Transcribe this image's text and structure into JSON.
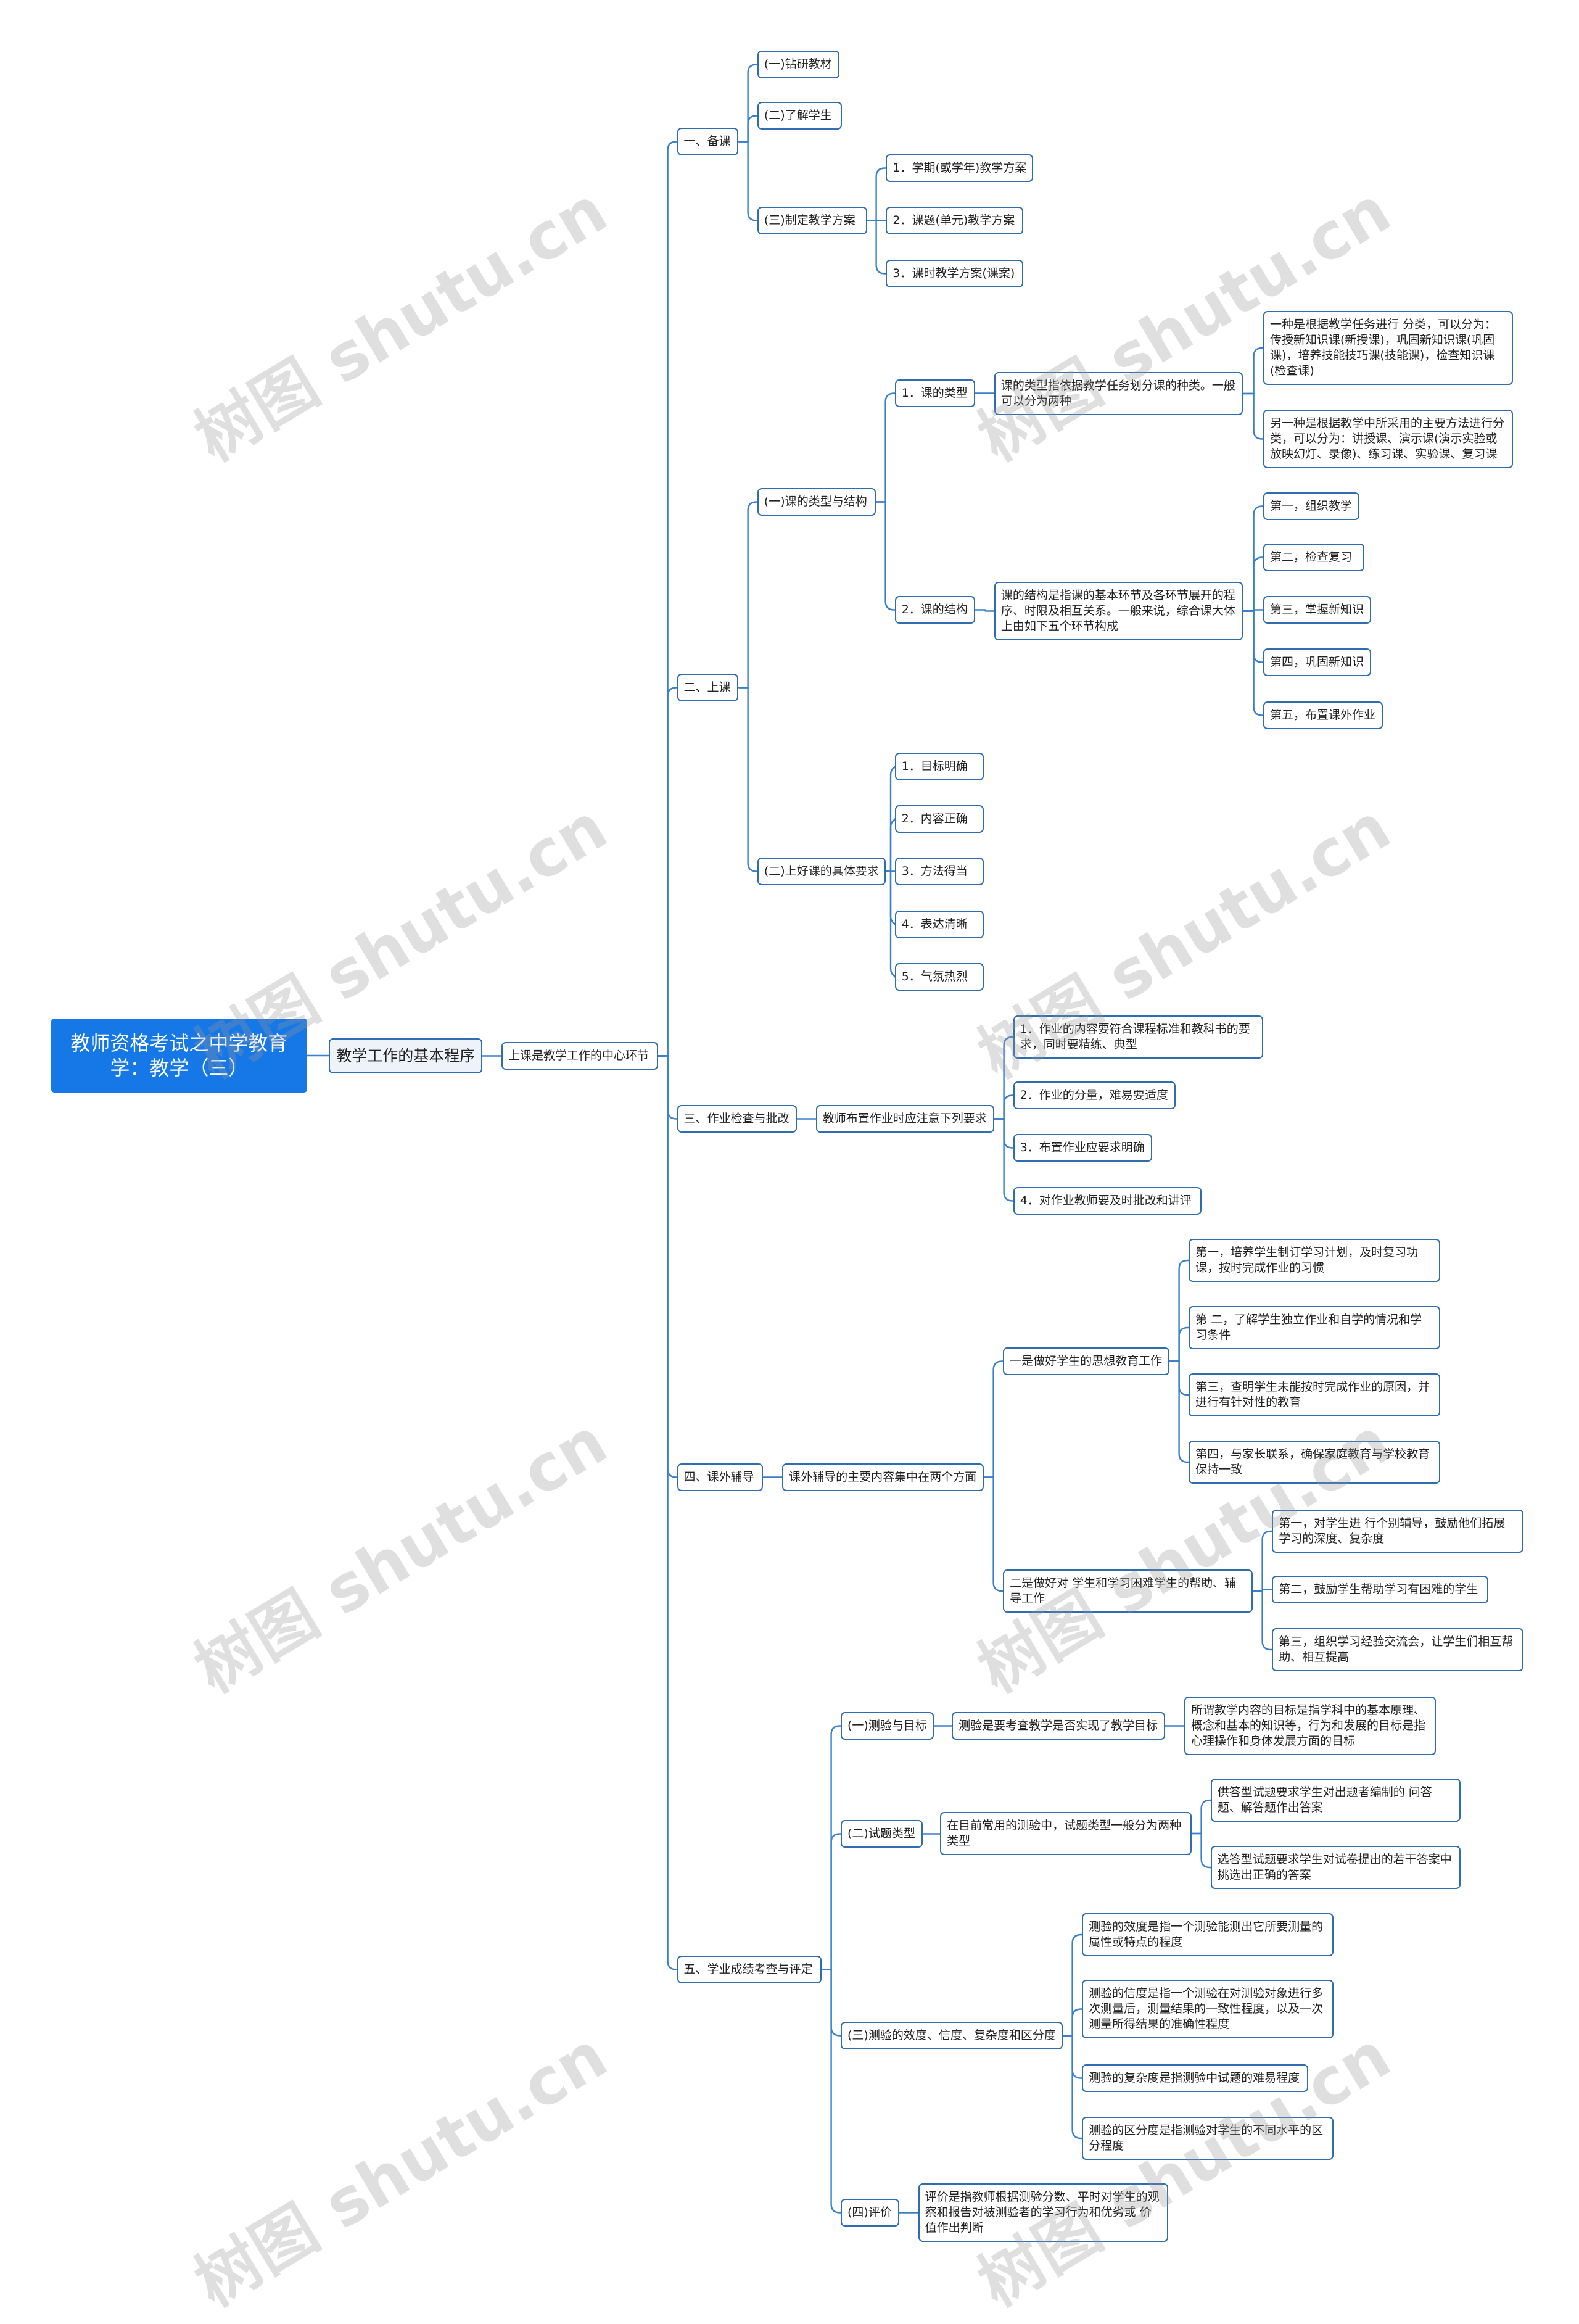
{
  "watermark": "树图 shutu.cn",
  "colors": {
    "line": "#3a7fcb",
    "node_border": "#2f6cb0",
    "root_fill": "#1677e6",
    "text": "#222222",
    "main_topic_fill": "#eef3fa",
    "watermark": "#969696"
  },
  "mindmap": {
    "text": "教师资格考试之中学教育学：教学（三）",
    "children": [
      {
        "text": "教学工作的基本程序",
        "children": [
          {
            "text": "上课是教学工作的中心环节",
            "children": [
              {
                "text": "一、备课",
                "children": [
                  {
                    "text": "(一)钻研教材"
                  },
                  {
                    "text": "(二)了解学生"
                  },
                  {
                    "text": "(三)制定教学方案",
                    "children": [
                      {
                        "text": "1．学期(或学年)教学方案"
                      },
                      {
                        "text": "2．课题(单元)教学方案"
                      },
                      {
                        "text": "3．课时教学方案(课案)"
                      }
                    ]
                  }
                ]
              },
              {
                "text": "二、上课",
                "children": [
                  {
                    "text": "(一)课的类型与结构",
                    "children": [
                      {
                        "text": "1．课的类型",
                        "children": [
                          {
                            "text": "课的类型指依据教学任务划分课的种类。一般可以分为两种",
                            "children": [
                              {
                                "text": "一种是根据教学任务进行 分类，可以分为：传授新知识课(新授课)，巩固新知识课(巩固课)，培养技能技巧课(技能课)，检查知识课(检查课)"
                              },
                              {
                                "text": "另一种是根据教学中所采用的主要方法进行分类，可以分为：讲授课、演示课(演示实验或放映幻灯、录像)、练习课、实验课、复习课"
                              }
                            ]
                          }
                        ]
                      },
                      {
                        "text": "2．课的结构",
                        "children": [
                          {
                            "text": "课的结构是指课的基本环节及各环节展开的程序、时限及相互关系。一般来说，综合课大体上由如下五个环节构成",
                            "children": [
                              {
                                "text": "第一，组织教学"
                              },
                              {
                                "text": "第二，检查复习"
                              },
                              {
                                "text": "第三，掌握新知识"
                              },
                              {
                                "text": "第四，巩固新知识"
                              },
                              {
                                "text": "第五，布置课外作业"
                              }
                            ]
                          }
                        ]
                      }
                    ]
                  },
                  {
                    "text": "(二)上好课的具体要求",
                    "children": [
                      {
                        "text": "1．目标明确"
                      },
                      {
                        "text": "2．内容正确"
                      },
                      {
                        "text": "3．方法得当"
                      },
                      {
                        "text": "4．表达清晰"
                      },
                      {
                        "text": "5．气氛热烈"
                      }
                    ]
                  }
                ]
              },
              {
                "text": "三、作业检查与批改",
                "children": [
                  {
                    "text": "教师布置作业时应注意下列要求",
                    "children": [
                      {
                        "text": "1．作业的内容要符合课程标准和教科书的要求，同时要精练、典型"
                      },
                      {
                        "text": "2．作业的分量，难易要适度"
                      },
                      {
                        "text": "3．布置作业应要求明确"
                      },
                      {
                        "text": "4．对作业教师要及时批改和讲评"
                      }
                    ]
                  }
                ]
              },
              {
                "text": "四、课外辅导",
                "children": [
                  {
                    "text": "课外辅导的主要内容集中在两个方面",
                    "children": [
                      {
                        "text": "一是做好学生的思想教育工作",
                        "children": [
                          {
                            "text": "第一，培养学生制订学习计划，及时复习功课，按时完成作业的习惯"
                          },
                          {
                            "text": "第 二，了解学生独立作业和自学的情况和学习条件"
                          },
                          {
                            "text": "第三，查明学生未能按时完成作业的原因，并进行有针对性的教育"
                          },
                          {
                            "text": "第四，与家长联系，确保家庭教育与学校教育保持一致"
                          }
                        ]
                      },
                      {
                        "text": "二是做好对 学生和学习困难学生的帮助、辅导工作",
                        "children": [
                          {
                            "text": "第一，对学生进 行个别辅导，鼓励他们拓展学习的深度、复杂度"
                          },
                          {
                            "text": "第二，鼓励学生帮助学习有困难的学生"
                          },
                          {
                            "text": "第三，组织学习经验交流会，让学生们相互帮助、相互提高"
                          }
                        ]
                      }
                    ]
                  }
                ]
              },
              {
                "text": "五、学业成绩考查与评定",
                "children": [
                  {
                    "text": "(一)测验与目标",
                    "children": [
                      {
                        "text": "测验是要考查教学是否实现了教学目标",
                        "children": [
                          {
                            "text": "所谓教学内容的目标是指学科中的基本原理、概念和基本的知识等，行为和发展的目标是指心理操作和身体发展方面的目标"
                          }
                        ]
                      }
                    ]
                  },
                  {
                    "text": "(二)试题类型",
                    "children": [
                      {
                        "text": "在目前常用的测验中，试题类型一般分为两种类型",
                        "children": [
                          {
                            "text": "供答型试题要求学生对出题者编制的 问答题、解答题作出答案"
                          },
                          {
                            "text": "选答型试题要求学生对试卷提出的若干答案中挑选出正确的答案"
                          }
                        ]
                      }
                    ]
                  },
                  {
                    "text": "(三)测验的效度、信度、复杂度和区分度",
                    "children": [
                      {
                        "text": "测验的效度是指一个测验能测出它所要测量的属性或特点的程度"
                      },
                      {
                        "text": "测验的信度是指一个测验在对测验对象进行多次测量后，测量结果的一致性程度，以及一次测量所得结果的准确性程度"
                      },
                      {
                        "text": "测验的复杂度是指测验中试题的难易程度"
                      },
                      {
                        "text": "测验的区分度是指测验对学生的不同水平的区分程度"
                      }
                    ]
                  },
                  {
                    "text": "(四)评价",
                    "children": [
                      {
                        "text": "评价是指教师根据测验分数、平时对学生的观察和报告对被测验者的学习行为和优劣或 价值作出判断"
                      }
                    ]
                  }
                ]
              }
            ]
          }
        ]
      }
    ]
  }
}
